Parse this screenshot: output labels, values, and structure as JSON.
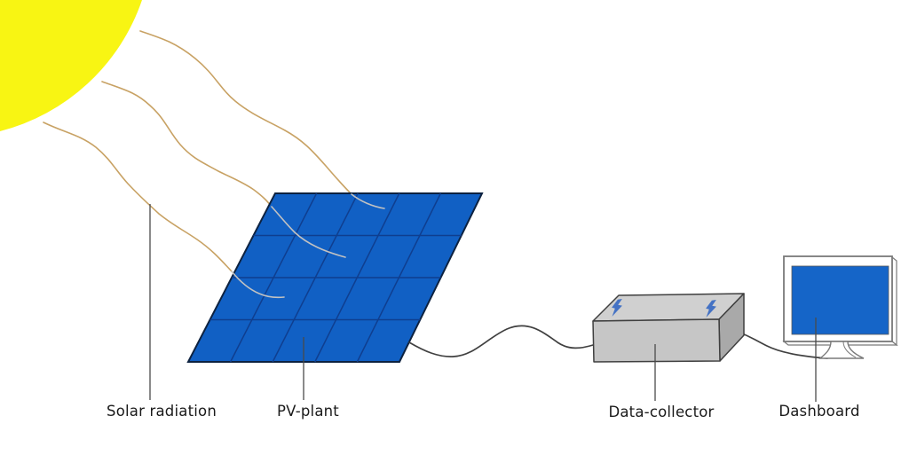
{
  "diagram": {
    "kind": "solar-pv-monitoring-flow",
    "labels": {
      "solar_radiation": "Solar radiation",
      "pv_plant": "PV-plant",
      "data_collector": "Data-collector",
      "dashboard": "Dashboard"
    },
    "icons": {
      "sun": "sun-quarter-icon",
      "rays": "wavy-solar-ray-icon",
      "bolt": "lightning-bolt-icon",
      "monitor": "monitor-icon"
    },
    "colors": {
      "sun": "#F8F513",
      "ray": "#C8A264",
      "ray_faded": "#C2C2C2",
      "panel": "#1160C4",
      "panel_grid": "#0F3E8F",
      "panel_border": "#0D2240",
      "box_front": "#C6C6C6",
      "box_top": "#D0D0D0",
      "box_side": "#A9A9A9",
      "box_border": "#3F3F3F",
      "bolt": "#4472C4",
      "screen": "#1565C8",
      "monitor_border": "#7A7A7A",
      "wire": "#404040",
      "leader": "#4A4A4A",
      "text": "#1A1A1A"
    }
  }
}
